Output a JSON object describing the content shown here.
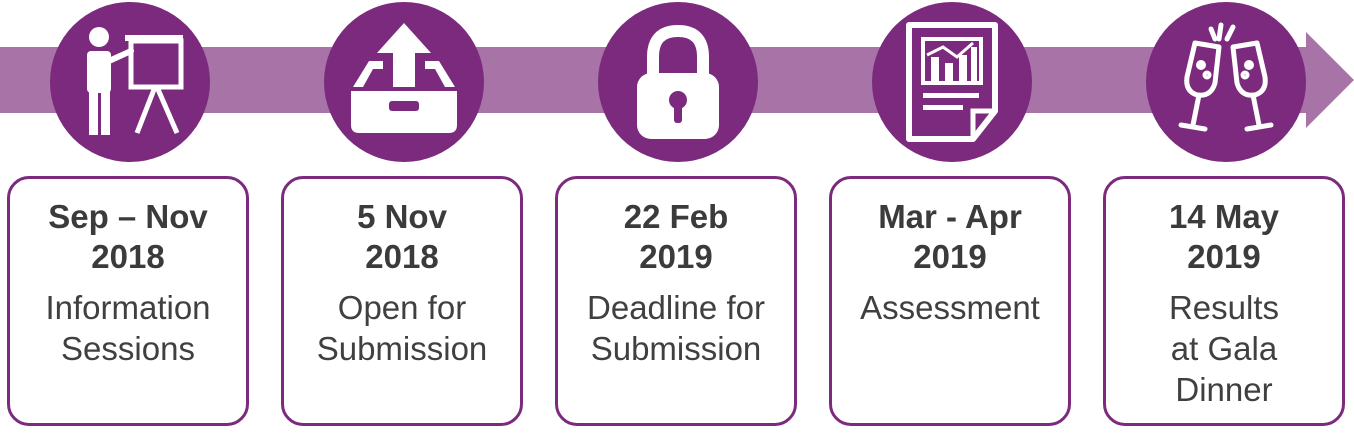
{
  "colors": {
    "primary": "#7b2a7d",
    "arrow": "#a873a6",
    "text": "#404040"
  },
  "steps": [
    {
      "icon": "presentation-icon",
      "date": [
        "Sep – Nov",
        "2018"
      ],
      "label": [
        "Information",
        "Sessions"
      ]
    },
    {
      "icon": "upload-tray-icon",
      "date": [
        "5 Nov",
        "2018"
      ],
      "label": [
        "Open for",
        "Submission"
      ]
    },
    {
      "icon": "padlock-icon",
      "date": [
        "22 Feb",
        "2019"
      ],
      "label": [
        "Deadline for",
        "Submission"
      ]
    },
    {
      "icon": "report-chart-icon",
      "date": [
        "Mar - Apr",
        "2019"
      ],
      "label": [
        "Assessment"
      ]
    },
    {
      "icon": "champagne-toast-icon",
      "date": [
        "14 May",
        "2019"
      ],
      "label": [
        "Results",
        "at Gala",
        "Dinner"
      ]
    }
  ]
}
